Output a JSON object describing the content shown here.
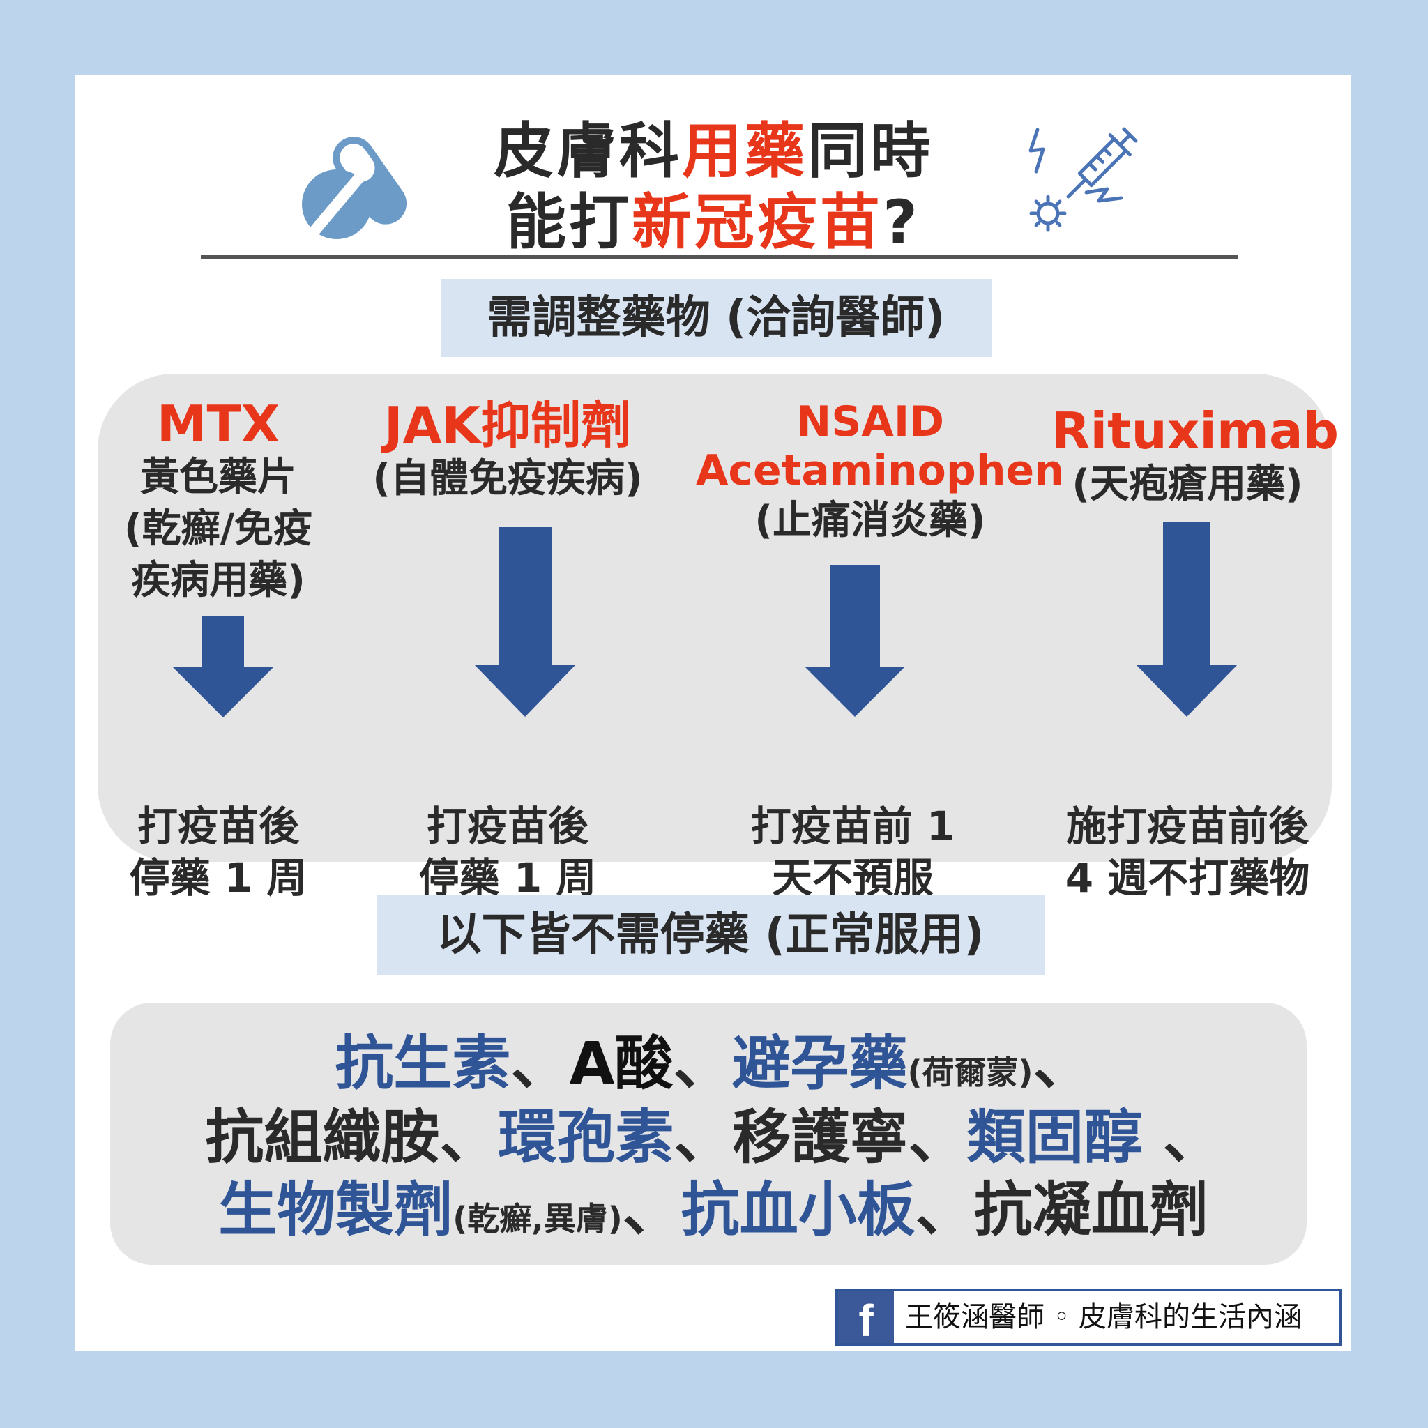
{
  "title": {
    "line1_a": "皮膚科",
    "line1_hl": "用藥",
    "line1_b": "同時",
    "line2_a": "能打",
    "line2_hl": "新冠疫苗",
    "line2_b": "?"
  },
  "icons": {
    "left": "pills-icon",
    "right": "syringe-virus-icon"
  },
  "adjust_section": {
    "label": "需調整藥物 (洽詢醫師)",
    "columns": [
      {
        "drug": "MTX",
        "desc_lines": [
          "黃色藥片",
          "(乾癬/免疫",
          "疾病用藥)"
        ],
        "note_lines": [
          "打疫苗後",
          "停藥 1 周"
        ]
      },
      {
        "drug": "JAK抑制劑",
        "desc_lines": [
          "(自體免疫疾病)"
        ],
        "note_lines": [
          "打疫苗後",
          "停藥 1 周"
        ]
      },
      {
        "drug_lines": [
          "NSAID",
          "Acetaminophen"
        ],
        "desc_lines": [
          "(止痛消炎藥)"
        ],
        "note_lines": [
          "打疫苗前 1",
          "天不預服"
        ]
      },
      {
        "drug": "Rituximab",
        "desc_lines": [
          "(天疱瘡用藥)"
        ],
        "note_lines": [
          "施打疫苗前後",
          "4 週不打藥物"
        ]
      }
    ]
  },
  "safe_section": {
    "label": "以下皆不需停藥 (正常服用)",
    "line1": {
      "a": "抗生素",
      "sep1": "、",
      "b": "A酸",
      "sep2": "、",
      "c": "避孕藥",
      "c_note": "(荷爾蒙)",
      "sep3": "、"
    },
    "line2": {
      "a": "抗組織胺",
      "sep1": "、",
      "b": "環孢素",
      "sep2": "、",
      "c": "移護寧",
      "sep3": "、",
      "d": "類固醇",
      "sep4": " 、"
    },
    "line3": {
      "a": "生物製劑",
      "a_note": "(乾癬,異膚)",
      "sep1": "、",
      "b": "抗血小板",
      "sep2": "、",
      "c": "抗凝血劑"
    }
  },
  "footer": {
    "fb_letter": "f",
    "text": "王筱涵醫師 ◦ 皮膚科的生活內涵"
  },
  "colors": {
    "background": "#bcd5ec",
    "highlight_red": "#e8361b",
    "arrow_blue": "#2f5597",
    "panel_gray": "#e6e5e6",
    "label_blue": "#d9e4f3"
  }
}
